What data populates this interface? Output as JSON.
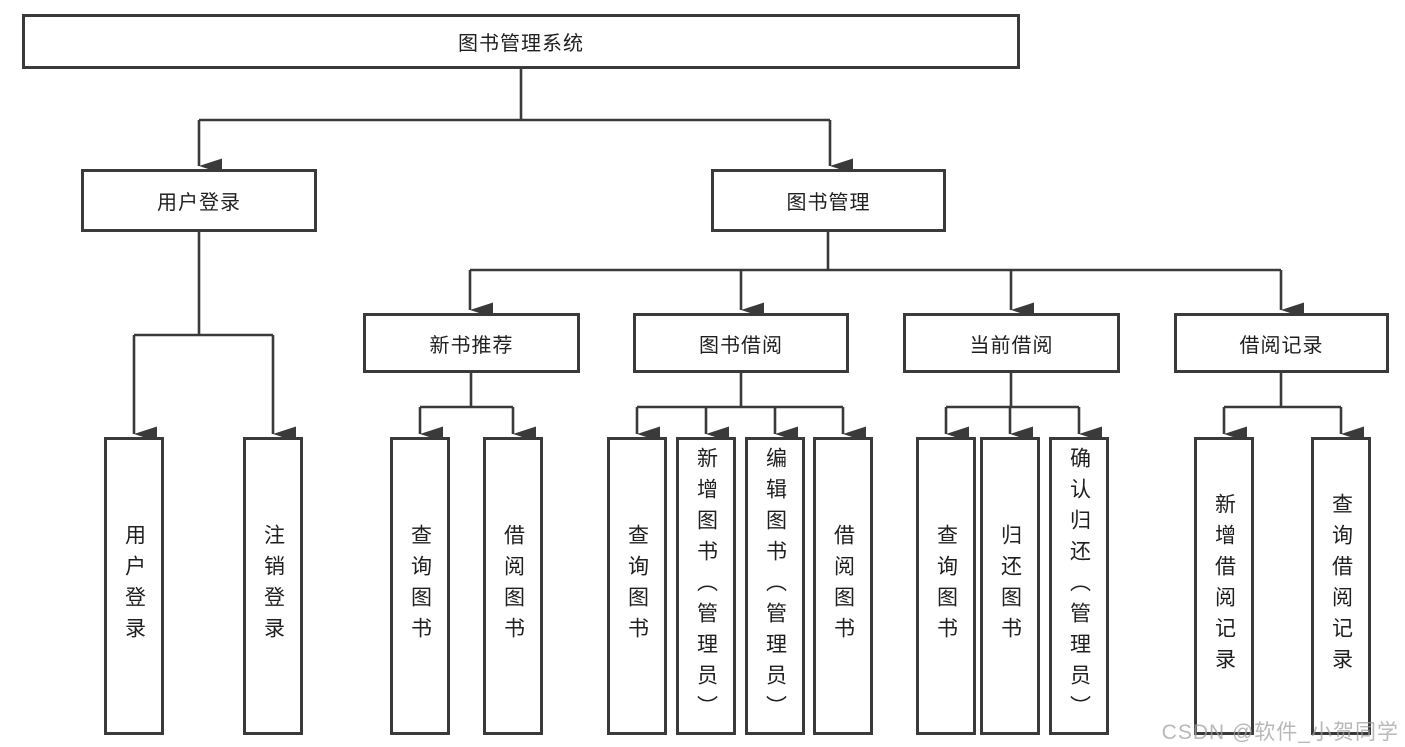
{
  "root": {
    "label": "图书管理系统"
  },
  "level2": {
    "user": "用户登录",
    "mgmt": "图书管理"
  },
  "level3": {
    "recommend": "新书推荐",
    "borrow": "图书借阅",
    "current": "当前借阅",
    "records": "借阅记录"
  },
  "leaves": {
    "user": [
      "用户登录",
      "注销登录"
    ],
    "recommend": [
      "查询图书",
      "借阅图书"
    ],
    "borrow": [
      "查询图书",
      "新增图书（管理员）",
      "编辑图书（管理员）",
      "借阅图书"
    ],
    "current": [
      "查询图书",
      "归还图书",
      "确认归还（管理员）"
    ],
    "records": [
      "新增借阅记录",
      "查询借阅记录"
    ]
  },
  "watermark": "CSDN @软件_小贺同学",
  "colors": {
    "line": "#3a3a3a",
    "box_border": "#3a3a3a",
    "text": "#1f1f1f",
    "watermark": "#a0a0a0",
    "background": "#ffffff"
  }
}
